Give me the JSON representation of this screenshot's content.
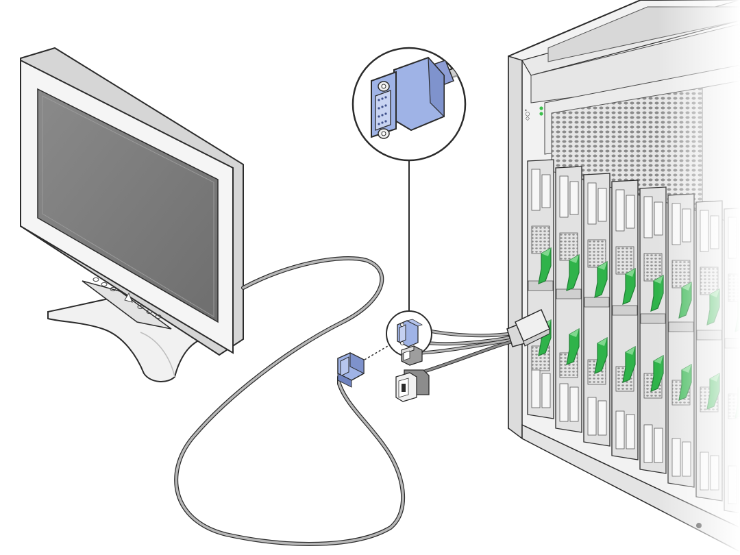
{
  "diagram": {
    "subject": "monitor-to-server-video-connection",
    "colors": {
      "background": "#ffffff",
      "outline": "#2b2b2b",
      "monitor_bezel": "#f4f4f4",
      "monitor_screen": "#7c7c7c",
      "chassis": "#eeeeee",
      "blade": "#e2e2e2",
      "lever_green": "#2fb34a",
      "lever_green_dark": "#1f7d33",
      "vga_connector": "#9fb3e6",
      "vga_connector_dark": "#6f83c0",
      "cable": "#b3b3b3",
      "led_green": "#3cc04c"
    },
    "icons": [
      "monitor",
      "vga-connector",
      "usb-connector",
      "dongle-cable",
      "blade-server-chassis",
      "callout-magnifier"
    ]
  }
}
